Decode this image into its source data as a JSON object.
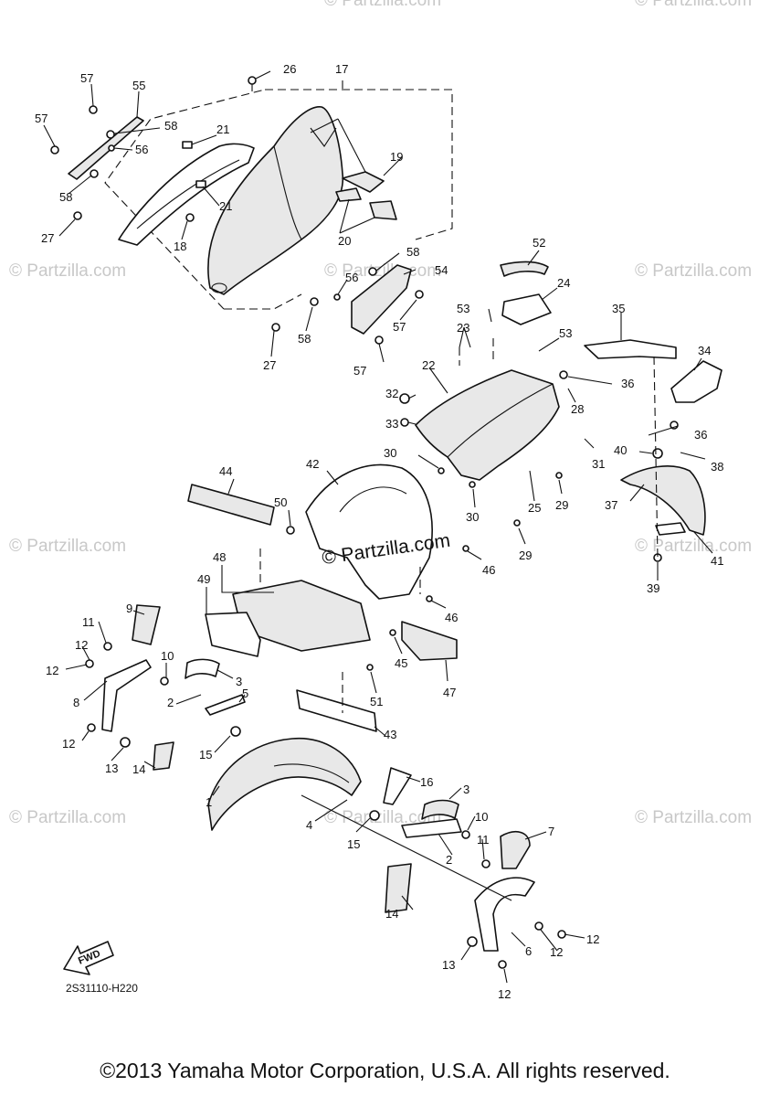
{
  "watermark_text": "© Partzilla.com",
  "center_watermark_text": "© Partzilla.com",
  "diagram_code": "2S31110-H220",
  "fwd_label": "FWD",
  "copyright": "©2013 Yamaha Motor Corporation, U.S.A. All rights reserved.",
  "callouts": [
    "1",
    "2",
    "3",
    "4",
    "5",
    "7",
    "8",
    "9",
    "10",
    "11",
    "12",
    "13",
    "14",
    "15",
    "16",
    "17",
    "18",
    "19",
    "20",
    "21",
    "22",
    "23",
    "24",
    "25",
    "26",
    "27",
    "28",
    "29",
    "30",
    "31",
    "32",
    "33",
    "34",
    "35",
    "36",
    "37",
    "38",
    "39",
    "40",
    "41",
    "42",
    "43",
    "44",
    "45",
    "46",
    "47",
    "48",
    "49",
    "50",
    "51",
    "52",
    "53",
    "54",
    "55",
    "56",
    "57",
    "58",
    "6"
  ]
}
